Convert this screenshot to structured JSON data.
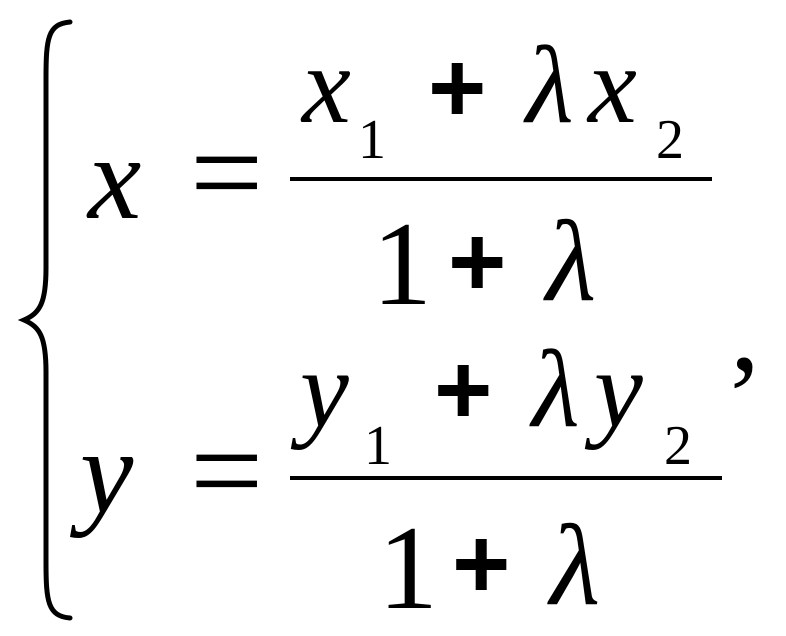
{
  "equation_1": {
    "lhs": "x",
    "equals": "=",
    "numerator": {
      "var1": "x",
      "sub1": "1",
      "plus": "+",
      "lambda": "λ",
      "var2": "x",
      "sub2": "2"
    },
    "denominator": {
      "one": "1",
      "plus": "+",
      "lambda": "λ"
    }
  },
  "equation_2": {
    "lhs": "y",
    "equals": "=",
    "numerator": {
      "var1": "y",
      "sub1": "1",
      "plus": "+",
      "lambda": "λ",
      "var2": "y",
      "sub2": "2"
    },
    "denominator": {
      "one": "1",
      "plus": "+",
      "lambda": "λ"
    }
  },
  "trailing_punctuation": ","
}
